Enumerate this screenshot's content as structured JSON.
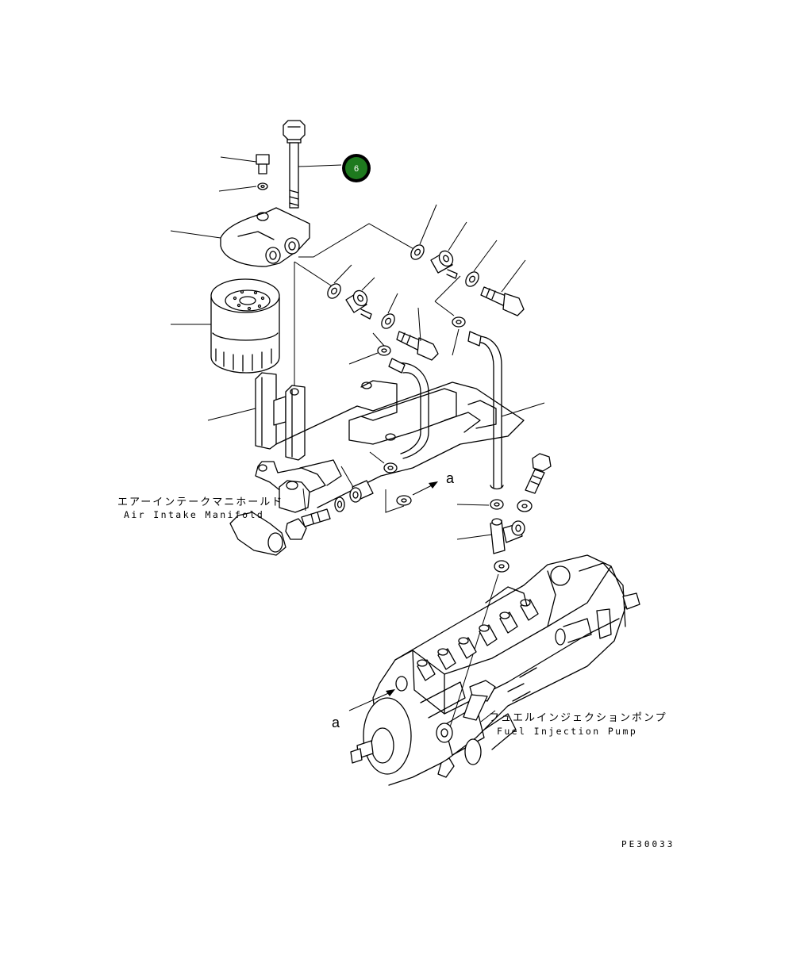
{
  "callout": {
    "number": "6",
    "color": "#1e7a1e"
  },
  "labels": {
    "air_intake_jp": "エアーインテークマニホールド",
    "air_intake_en": "Air Intake Manifold",
    "fuel_pump_jp": "フュエルインジェクションポンプ",
    "fuel_pump_en": "Fuel Injection Pump",
    "arrow_a_top": "a",
    "arrow_a_bottom": "a"
  },
  "drawing_code": "PE30033"
}
